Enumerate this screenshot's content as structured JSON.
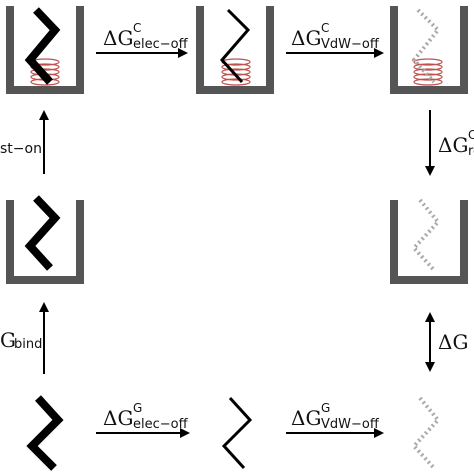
{
  "labels": {
    "top_arrow_1": {
      "delta": "ΔG",
      "sup": "C",
      "sub": "elec−off"
    },
    "top_arrow_2": {
      "delta": "ΔG",
      "sup": "C",
      "sub": "VdW−off"
    },
    "right_arrow_top": {
      "delta": "ΔG",
      "sup": "C",
      "sub": "re"
    },
    "left_arrow_top": {
      "text": "st−on"
    },
    "left_arrow_bottom": {
      "delta": "G",
      "sub": "bind"
    },
    "right_arrow_bottom": {
      "text": "ΔG ="
    },
    "bottom_arrow_1": {
      "delta": "ΔG",
      "sup": "G",
      "sub": "elec−off"
    },
    "bottom_arrow_2": {
      "delta": "ΔG",
      "sup": "G",
      "sub": "VdW−off"
    }
  },
  "colors": {
    "cup": "#555555",
    "ligand_solid": "#000000",
    "ligand_ghost": "#aaaaaa",
    "restraint_spring": "#c0504d",
    "arrow": "#000000"
  }
}
